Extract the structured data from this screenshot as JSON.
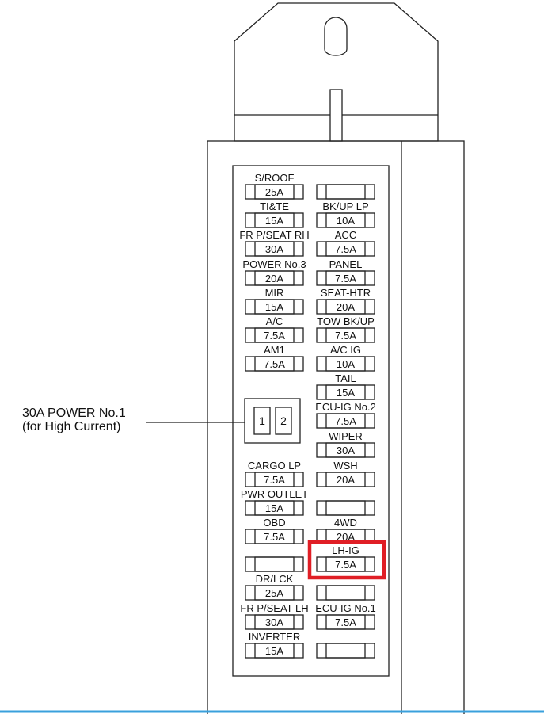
{
  "colors": {
    "highlight": "#e01e25",
    "line": "#222222",
    "bottom_rule": "#3aa0dc"
  },
  "callout": {
    "line1": "30A POWER No.1",
    "line2": "(for High Current)"
  },
  "relay": {
    "terminals": [
      "1",
      "2"
    ]
  },
  "fuses_left": [
    {
      "label": "S/ROOF",
      "amp": "25A"
    },
    {
      "label": "TI&TE",
      "amp": "15A"
    },
    {
      "label": "FR P/SEAT RH",
      "amp": "30A"
    },
    {
      "label": "POWER No.3",
      "amp": "20A"
    },
    {
      "label": "MIR",
      "amp": "15A"
    },
    {
      "label": "A/C",
      "amp": "7.5A"
    },
    {
      "label": "AM1",
      "amp": "7.5A"
    },
    {
      "label": "CARGO LP",
      "amp": "7.5A"
    },
    {
      "label": "PWR OUTLET",
      "amp": "15A"
    },
    {
      "label": "OBD",
      "amp": "7.5A"
    },
    {
      "label": "",
      "amp": ""
    },
    {
      "label": "DR/LCK",
      "amp": "25A"
    },
    {
      "label": "FR P/SEAT LH",
      "amp": "30A"
    },
    {
      "label": "INVERTER",
      "amp": "15A"
    }
  ],
  "fuses_right": [
    {
      "label": "",
      "amp": ""
    },
    {
      "label": "BK/UP LP",
      "amp": "10A"
    },
    {
      "label": "ACC",
      "amp": "7.5A"
    },
    {
      "label": "PANEL",
      "amp": "7.5A"
    },
    {
      "label": "SEAT-HTR",
      "amp": "20A"
    },
    {
      "label": "TOW BK/UP",
      "amp": "7.5A"
    },
    {
      "label": "A/C IG",
      "amp": "10A"
    },
    {
      "label": "TAIL",
      "amp": "15A"
    },
    {
      "label": "ECU-IG No.2",
      "amp": "7.5A"
    },
    {
      "label": "WIPER",
      "amp": "30A"
    },
    {
      "label": "WSH",
      "amp": "20A"
    },
    {
      "label": "",
      "amp": ""
    },
    {
      "label": "4WD",
      "amp": "20A"
    },
    {
      "label": "LH-IG",
      "amp": "7.5A",
      "highlighted": true
    },
    {
      "label": "",
      "amp": ""
    },
    {
      "label": "ECU-IG No.1",
      "amp": "7.5A"
    },
    {
      "label": "",
      "amp": ""
    }
  ]
}
